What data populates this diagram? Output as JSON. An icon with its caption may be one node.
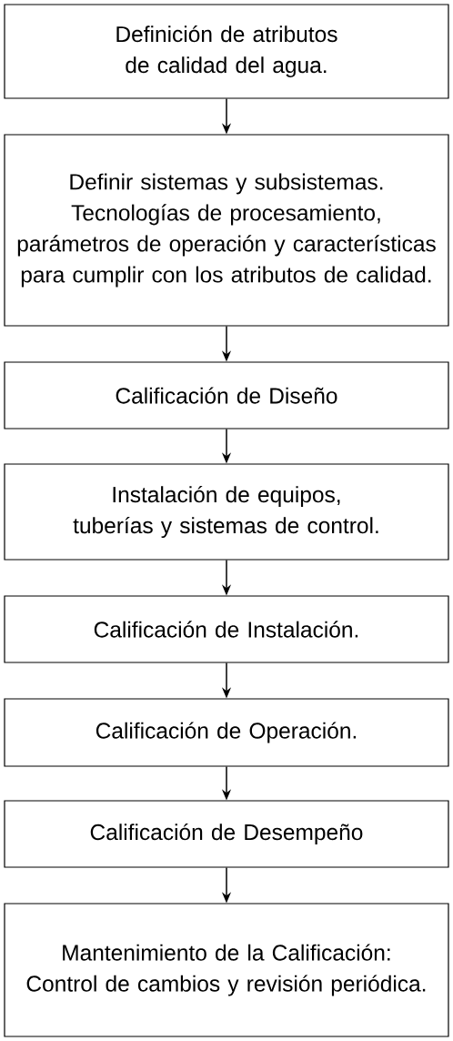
{
  "diagram": {
    "nodes": [
      {
        "text": [
          "Definición de atributos de calidad del agua."
        ]
      },
      {
        "text": [
          "Definir sistemas y subsistemas. Tecnologías de procesamiento, parámetros de operación y características para cumplir con los atributos de calidad."
        ]
      },
      {
        "text": [
          "Calificación de Diseño"
        ]
      },
      {
        "text": [
          "Instalación de equipos, tuberías y sistemas de control."
        ]
      },
      {
        "text": [
          "Calificación de Instalación."
        ]
      },
      {
        "text": [
          "Calificación de Operación."
        ]
      },
      {
        "text": [
          "Calificación de Desempeño"
        ]
      },
      {
        "text": [
          "Mantenimiento de la Calificación: Control de cambios y revisión periódica."
        ]
      }
    ],
    "edges": [
      {
        "from": 0,
        "to": 1,
        "arrow": "to"
      },
      {
        "from": 1,
        "to": 2,
        "arrow": "to"
      },
      {
        "from": 2,
        "to": 3,
        "arrow": "to"
      },
      {
        "from": 3,
        "to": 4,
        "arrow": "to"
      },
      {
        "from": 4,
        "to": 5,
        "arrow": "to"
      },
      {
        "from": 5,
        "to": 6,
        "arrow": "to"
      },
      {
        "from": 6,
        "to": 7,
        "arrow": "to"
      }
    ]
  }
}
